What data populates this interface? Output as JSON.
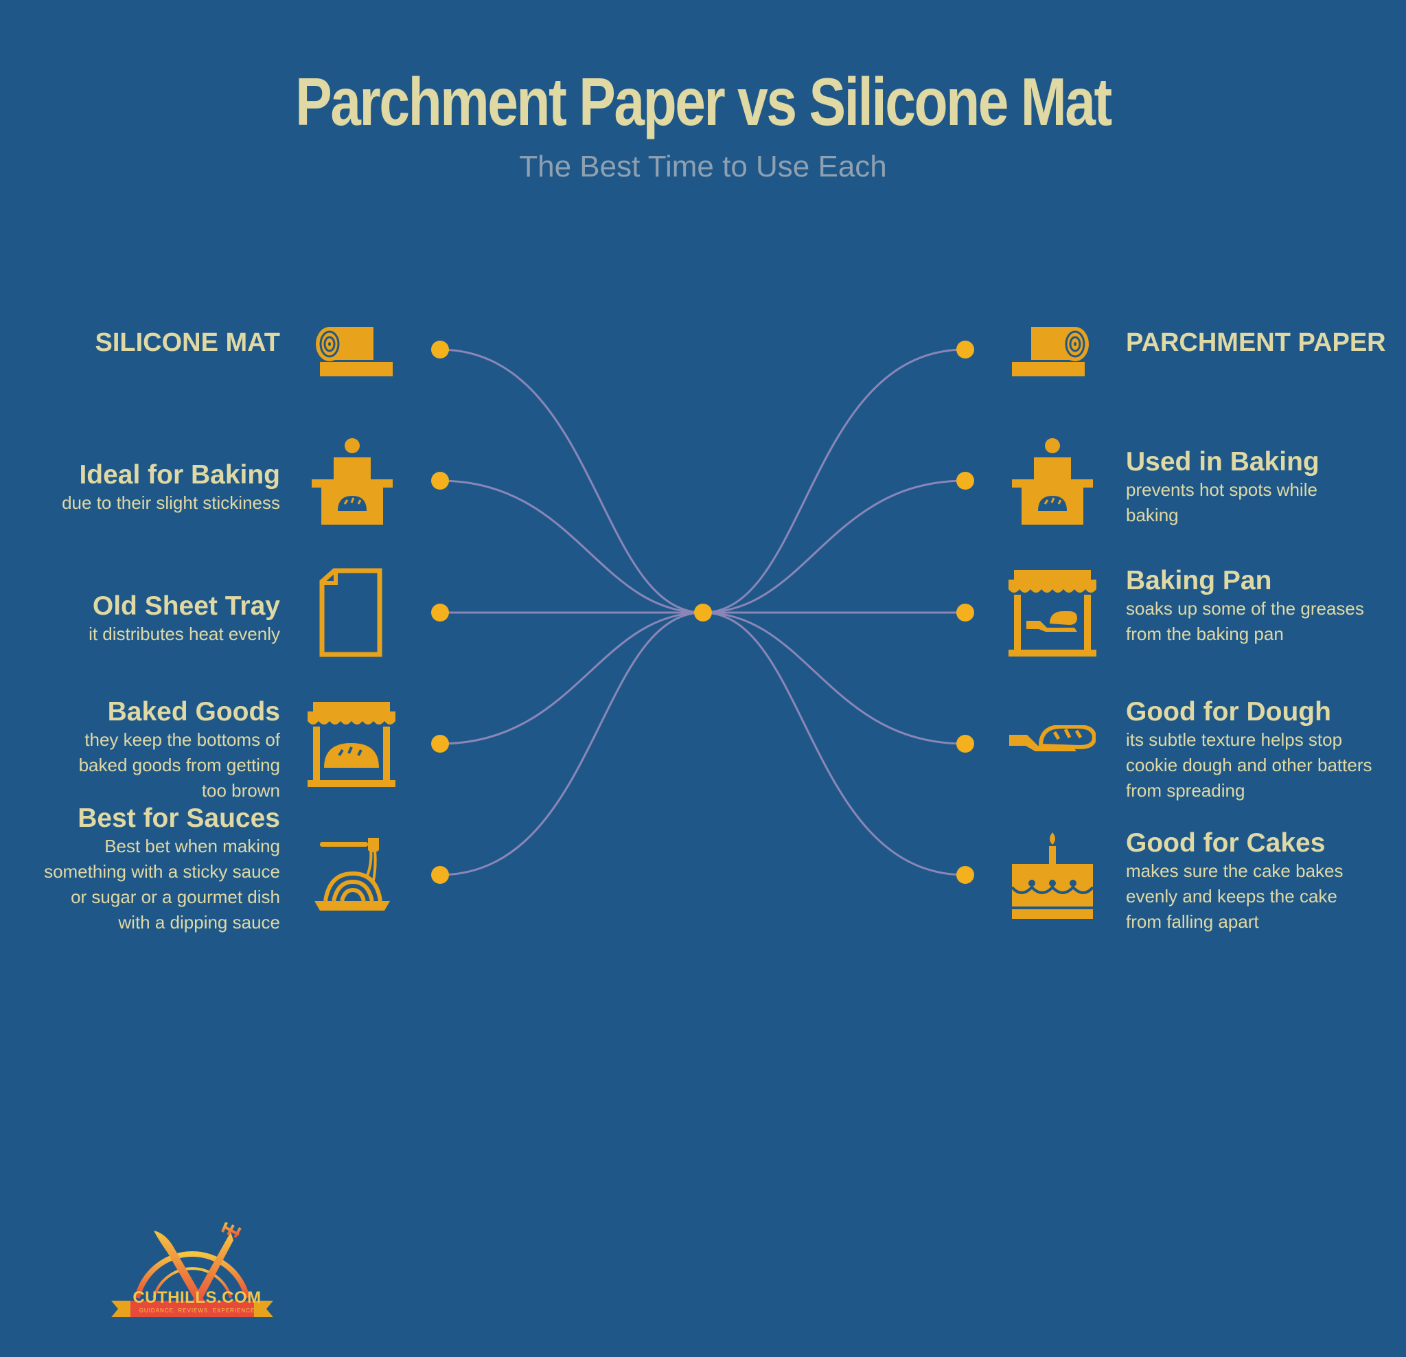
{
  "title": "Parchment Paper vs Silicone Mat",
  "subtitle": "The Best Time to Use Each",
  "colors": {
    "background": "#1f5888",
    "text": "#e0d9a4",
    "accent": "#e8a21b",
    "dot": "#f5b01e",
    "line": "#8a86b8"
  },
  "left": {
    "header": "SILICONE MAT",
    "header_icon": "paper-roll-icon",
    "items": [
      {
        "title": "Ideal for Baking",
        "desc": "due to their slight stickiness",
        "icon": "baker-counter-icon"
      },
      {
        "title": "Old Sheet Tray",
        "desc": "it distributes heat evenly",
        "icon": "sheet-icon"
      },
      {
        "title": "Baked Goods",
        "desc": "they keep the bottoms of baked goods from getting too brown",
        "icon": "bakery-stall-icon"
      },
      {
        "title": "Best for Sauces",
        "desc": "Best bet when making something with a sticky sauce or sugar or a gourmet dish with a dipping sauce",
        "icon": "spaghetti-icon"
      }
    ]
  },
  "right": {
    "header": "PARCHMENT PAPER",
    "header_icon": "paper-roll-icon",
    "items": [
      {
        "title": "Used in Baking",
        "desc": "prevents hot spots while baking",
        "icon": "baker-counter-icon"
      },
      {
        "title": "Baking Pan",
        "desc": "soaks up some of the greases from the baking pan",
        "icon": "bread-shop-icon"
      },
      {
        "title": "Good for Dough",
        "desc": "its subtle texture helps stop cookie dough and other batters from spreading",
        "icon": "bread-hand-icon"
      },
      {
        "title": "Good for Cakes",
        "desc": "makes sure the cake bakes evenly and keeps the cake from falling apart",
        "icon": "cake-icon"
      }
    ]
  },
  "logo": {
    "name": "CUTHILLS.COM",
    "tagline": "GUIDANCE. REVIEWS. EXPERIENCE",
    "icon": "crossed-knife-fork-icon"
  }
}
